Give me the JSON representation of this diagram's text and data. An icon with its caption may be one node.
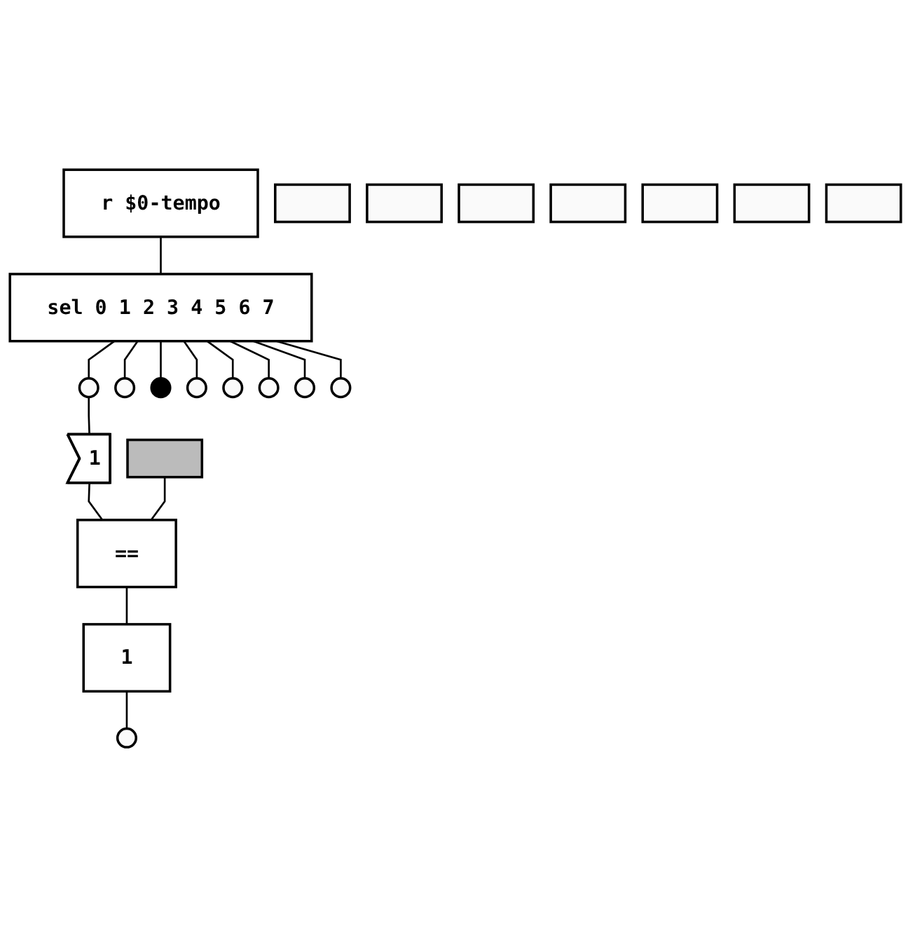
{
  "diagram": {
    "nodes": [
      {
        "text": [
          "r $0-tempo"
        ]
      },
      {
        "text": [
          "sel 0 1 2 3 4 5 6 7"
        ]
      },
      {
        "text": [],
        "shape": "circle"
      },
      {
        "text": [],
        "shape": "circle"
      },
      {
        "text": [],
        "shape": "circle"
      },
      {
        "text": [],
        "shape": "circle"
      },
      {
        "text": [],
        "shape": "circle"
      },
      {
        "text": [],
        "shape": "circle"
      },
      {
        "text": [],
        "shape": "circle"
      },
      {
        "text": [],
        "shape": "circle"
      },
      {
        "text": [
          "1"
        ]
      },
      {
        "text": [],
        "shape": "box"
      },
      {
        "text": [],
        "shape": "box"
      },
      {
        "text": [],
        "shape": "box"
      },
      {
        "text": [],
        "shape": "box"
      },
      {
        "text": [],
        "shape": "box"
      },
      {
        "text": [],
        "shape": "box"
      },
      {
        "text": [],
        "shape": "box"
      },
      {
        "text": [],
        "shape": "box"
      },
      {
        "text": [
          "=="
        ]
      },
      {
        "text": [
          "1"
        ]
      },
      {
        "text": [],
        "shape": "circle"
      }
    ],
    "edges": [
      {
        "from": 0,
        "to": 1,
        "arrow": "none"
      },
      {
        "from": 1,
        "to": 2,
        "arrow": "none"
      },
      {
        "from": 1,
        "to": 3,
        "arrow": "none"
      },
      {
        "from": 1,
        "to": 4,
        "arrow": "none"
      },
      {
        "from": 1,
        "to": 5,
        "arrow": "none"
      },
      {
        "from": 1,
        "to": 6,
        "arrow": "none"
      },
      {
        "from": 1,
        "to": 7,
        "arrow": "none"
      },
      {
        "from": 1,
        "to": 8,
        "arrow": "none"
      },
      {
        "from": 1,
        "to": 9,
        "arrow": "none"
      },
      {
        "from": 2,
        "to": 10,
        "arrow": "none"
      },
      {
        "from": 10,
        "to": 19,
        "arrow": "none"
      },
      {
        "from": 11,
        "to": 19,
        "arrow": "none"
      },
      {
        "from": 19,
        "to": 20,
        "arrow": "none"
      },
      {
        "from": 20,
        "to": 21,
        "arrow": "none"
      }
    ]
  }
}
